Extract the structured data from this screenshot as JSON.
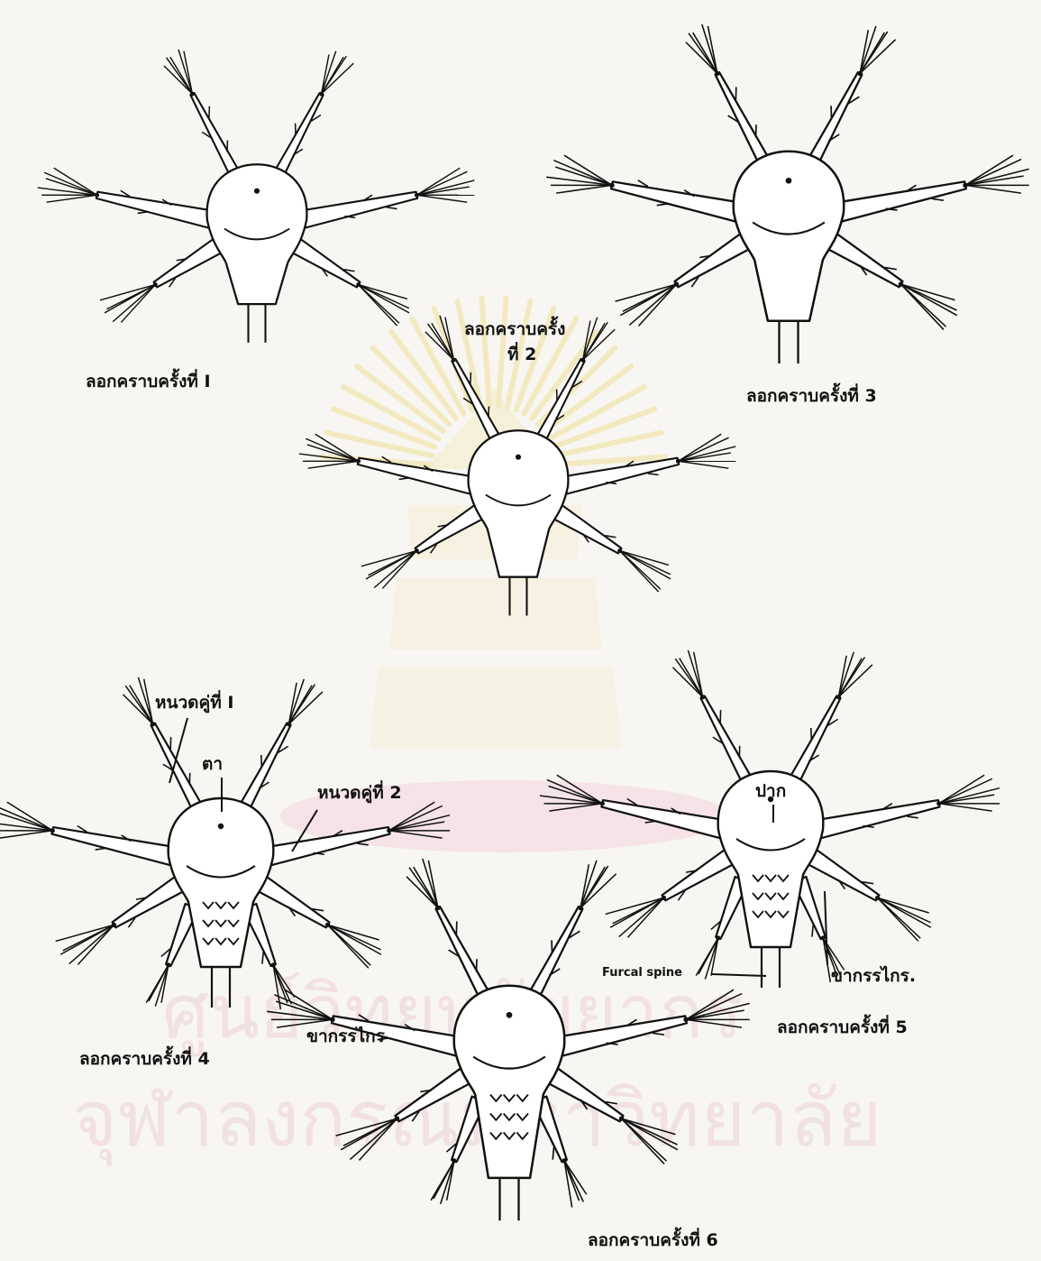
{
  "labels": {
    "molt1": "ลอกคราบครั้งที่   I",
    "molt2_line1": "ลอกคราบครั้ง",
    "molt2_line2": "ที่ 2",
    "molt3": "ลอกคราบครั้งที่    3",
    "molt4": "ลอกคราบครั้งที่  4",
    "molt5": "ลอกคราบครั้งที่  5",
    "molt6": "ลอกคราบครั้งที่  6",
    "antennule": "หนวดคู่ที่ I",
    "eye": "ตา",
    "antenna": "หนวดคู่ที่ 2",
    "mouth": "ปาก",
    "furcal_spine": "Furcal spine",
    "thoracic_leg_a": "ขากรรไกร",
    "thoracic_leg_b": "ขากรรไกร."
  },
  "watermark": {
    "line1": "ศูนย์วิทยทรัพยากร",
    "line2": "จุฬาลงกรณ์มหาวิทยาลัย"
  },
  "colors": {
    "ink": "#111111",
    "paper": "#f7f6f2",
    "watermark_gold": "#f2e3a6",
    "watermark_pink": "#cd285a"
  }
}
